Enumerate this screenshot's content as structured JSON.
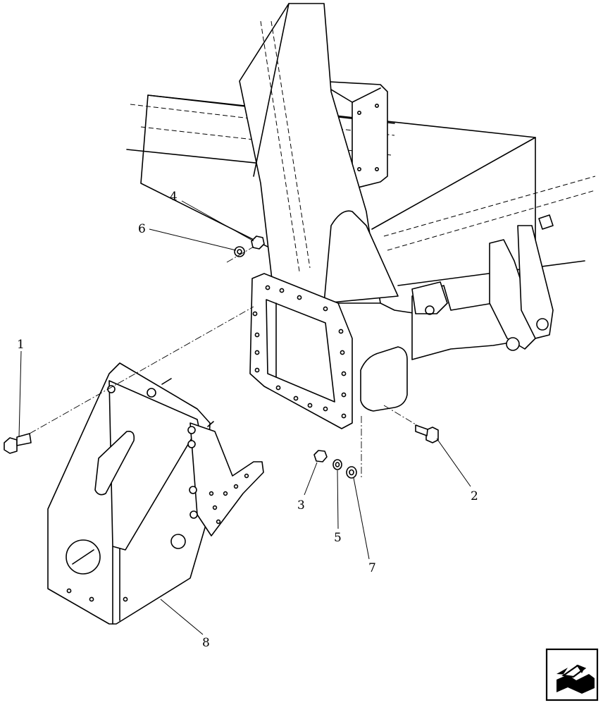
{
  "callouts": [
    {
      "id": 1,
      "label": "1"
    },
    {
      "id": 2,
      "label": "2"
    },
    {
      "id": 3,
      "label": "3"
    },
    {
      "id": 4,
      "label": "4"
    },
    {
      "id": 5,
      "label": "5"
    },
    {
      "id": 6,
      "label": "6"
    },
    {
      "id": 7,
      "label": "7"
    },
    {
      "id": 8,
      "label": "8"
    }
  ],
  "nav": {
    "icon": "return-arrow-icon"
  }
}
